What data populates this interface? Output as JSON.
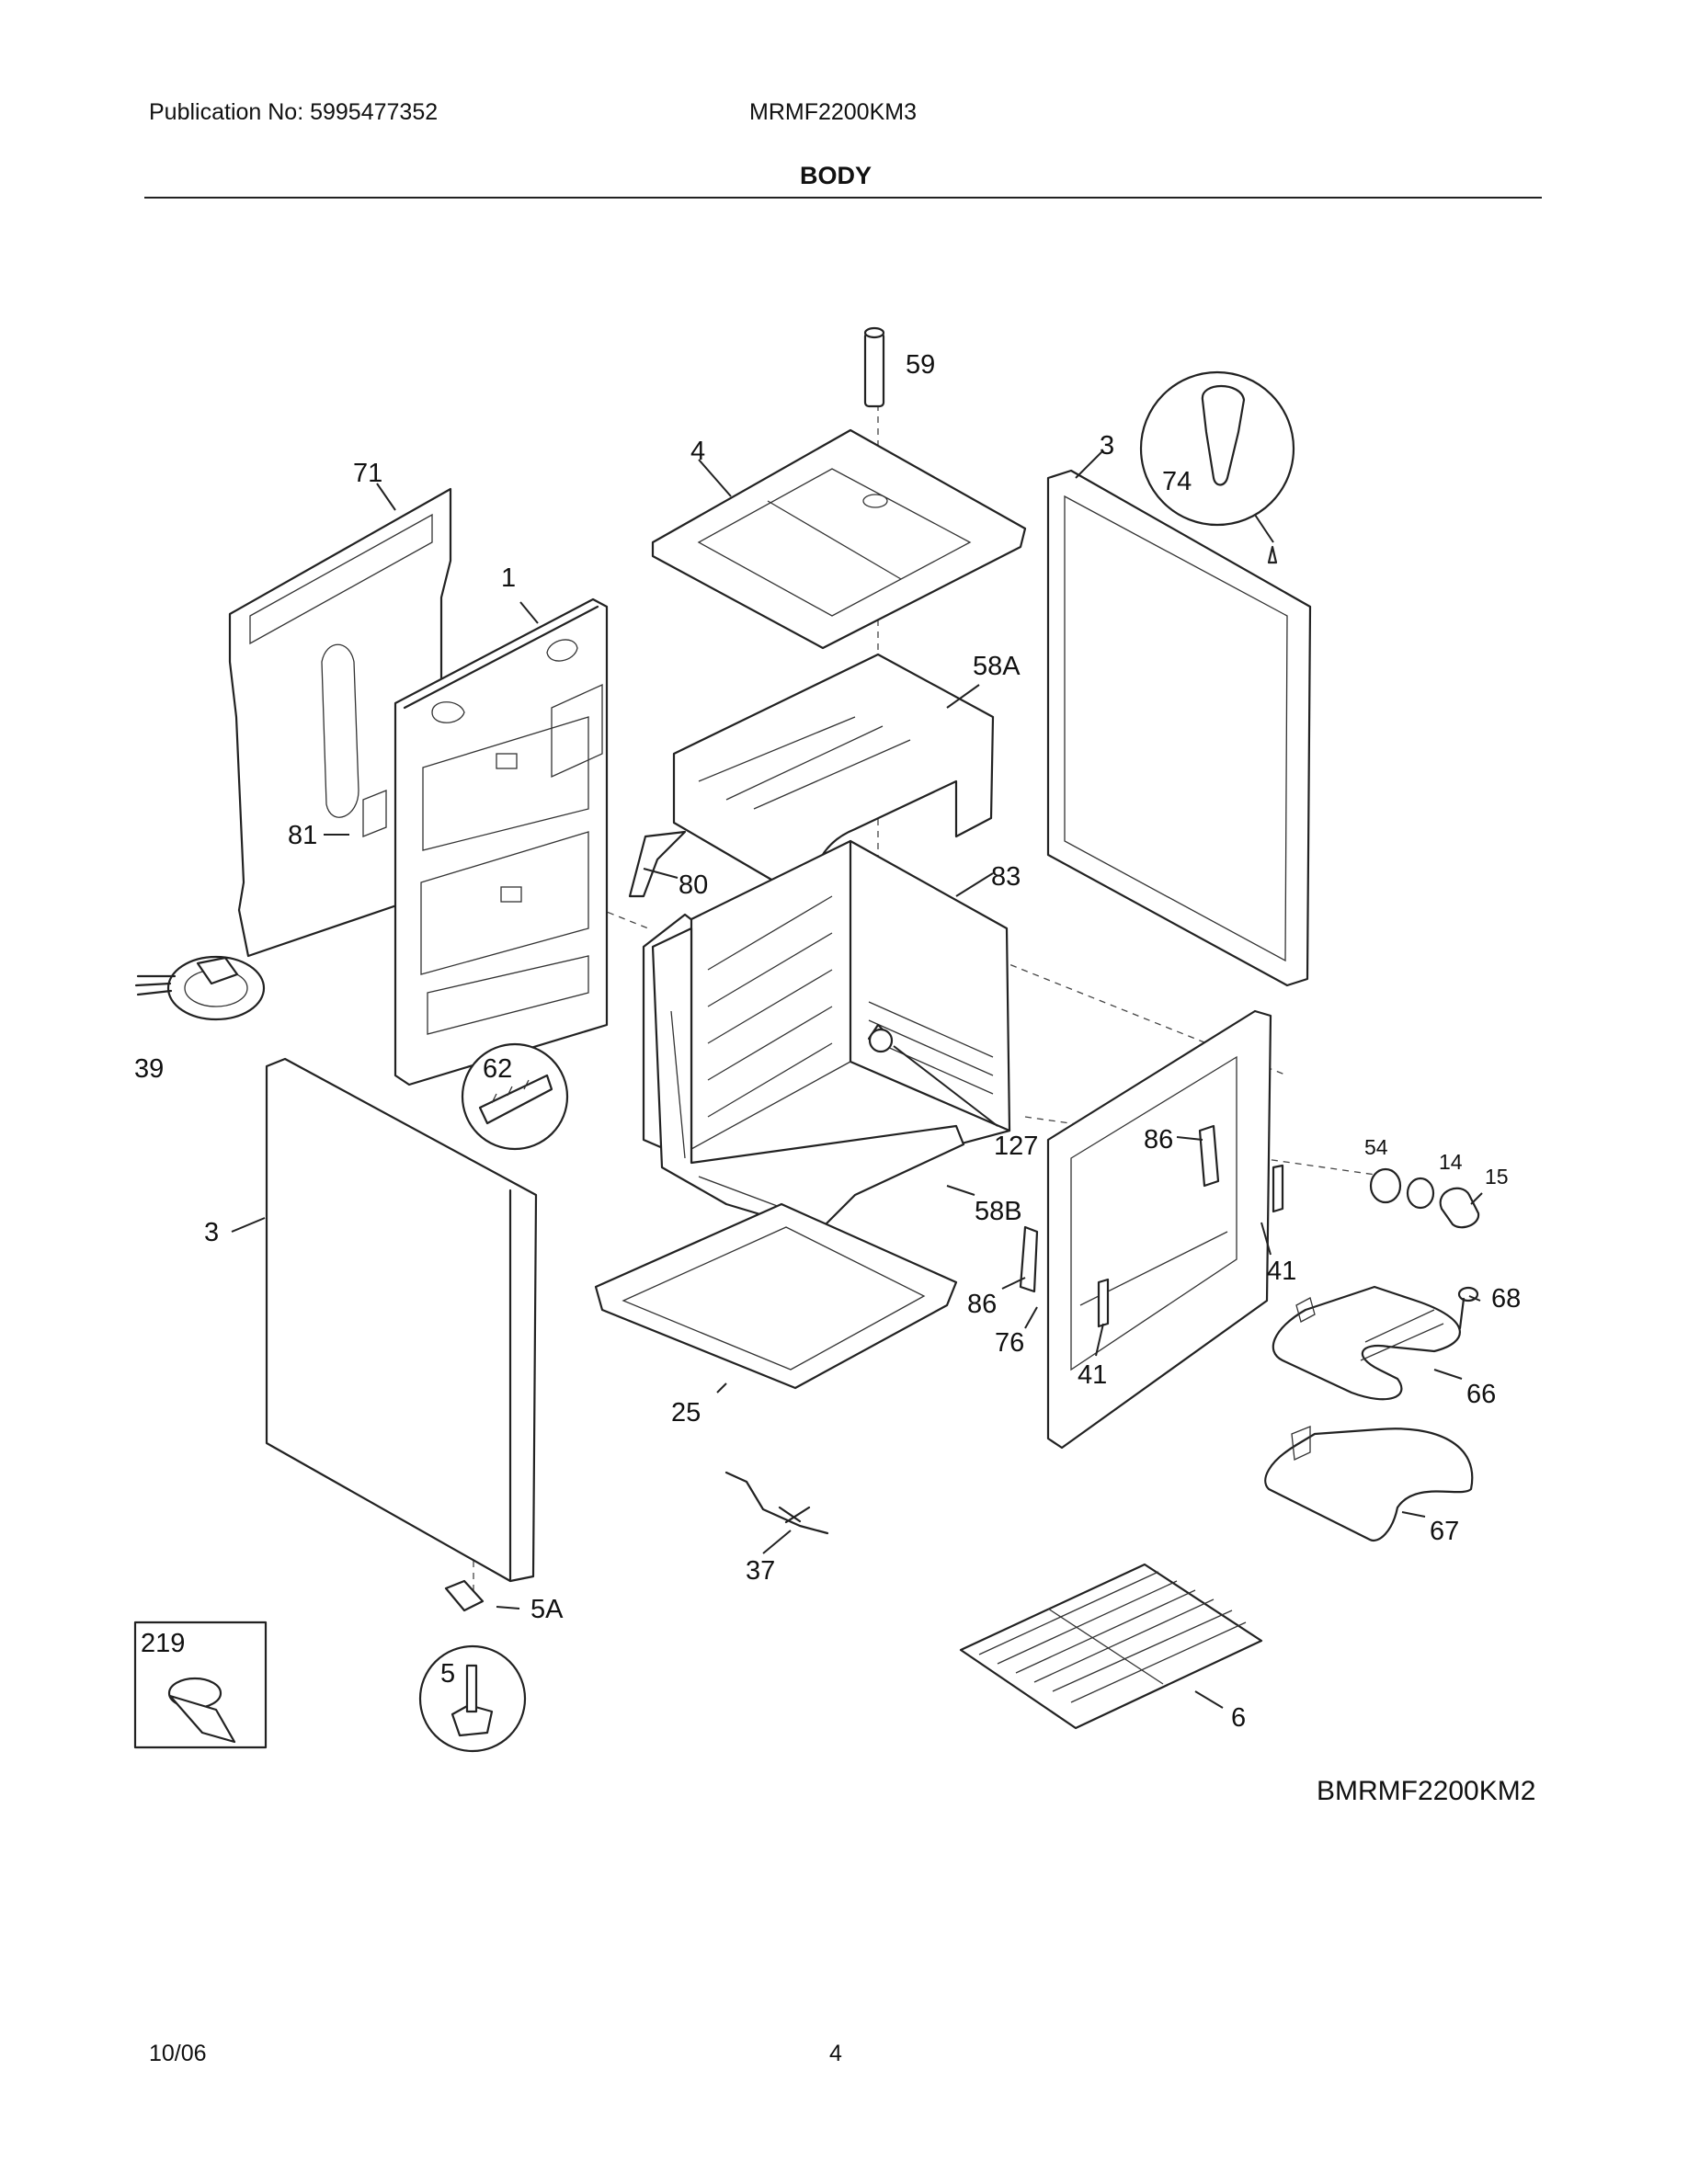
{
  "header": {
    "publication": "Publication No: 5995477352",
    "model": "MRMF2200KM3",
    "title": "BODY"
  },
  "diagram": {
    "code": "BMRMF2200KM2",
    "callouts": {
      "p59": "59",
      "p4": "4",
      "p3_top": "3",
      "p74": "74",
      "p71": "71",
      "p1": "1",
      "p58A": "58A",
      "p81": "81",
      "p80": "80",
      "p83": "83",
      "p39": "39",
      "p62": "62",
      "p127": "127",
      "p86_right": "86",
      "p54": "54",
      "p14": "14",
      "p15": "15",
      "p3_door": "3",
      "p58B": "58B",
      "p41_upper": "41",
      "p68": "68",
      "p86_lower": "86",
      "p76": "76",
      "p41_lower": "41",
      "p66": "66",
      "p25": "25",
      "p67": "67",
      "p37": "37",
      "p5A": "5A",
      "p219": "219",
      "p5": "5",
      "p6": "6"
    }
  },
  "footer": {
    "date": "10/06",
    "page": "4"
  }
}
